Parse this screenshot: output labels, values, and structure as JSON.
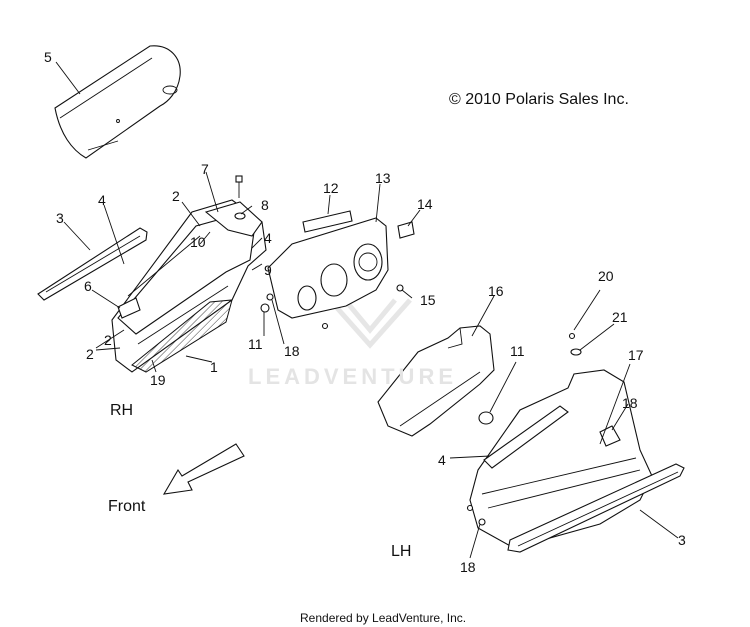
{
  "copyright": "© 2010 Polaris Sales Inc.",
  "rendered_by": "Rendered by LeadVenture, Inc.",
  "watermark": "LEADVENTURE",
  "sides": {
    "rh": "RH",
    "lh": "LH"
  },
  "direction": {
    "front": "Front"
  },
  "callouts": [
    "5",
    "7",
    "2",
    "8",
    "12",
    "13",
    "14",
    "3",
    "4",
    "4",
    "2",
    "10",
    "9",
    "6",
    "11",
    "15",
    "16",
    "20",
    "21",
    "2",
    "19",
    "1",
    "18",
    "11",
    "17",
    "18",
    "4",
    "3",
    "18"
  ]
}
